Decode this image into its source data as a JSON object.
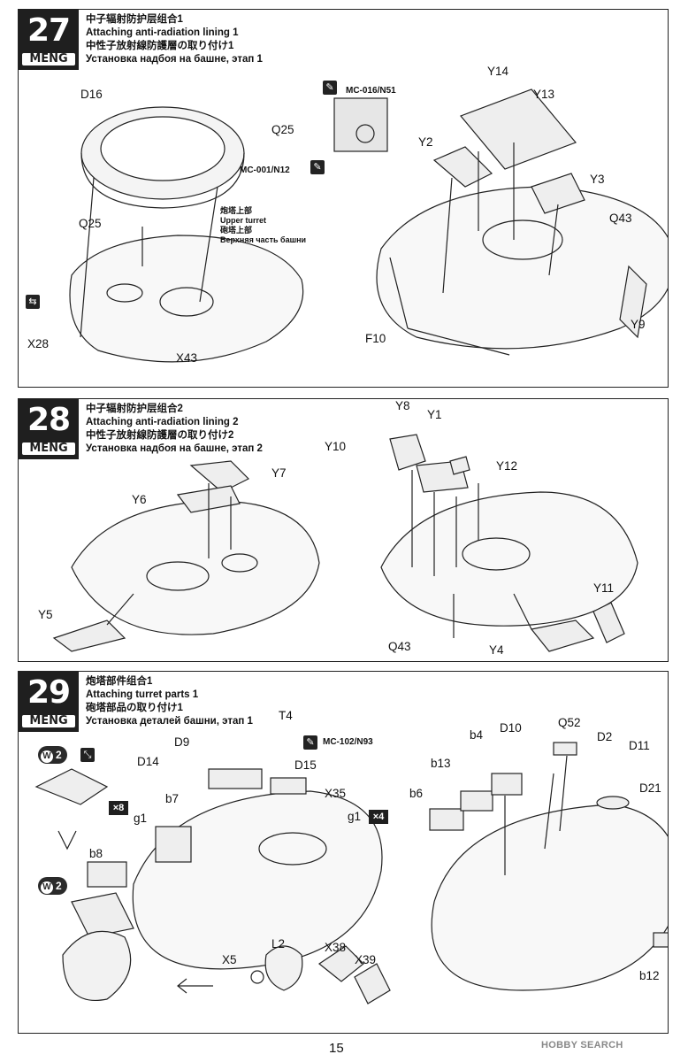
{
  "page_number": "15",
  "watermark": "HOBBY SEARCH",
  "steps": [
    {
      "number": "27",
      "brand": "MENG",
      "title_cn": "中子辐射防护层组合1",
      "title_en": "Attaching anti-radiation lining 1",
      "title_jp": "中性子放射線防護層の取り付け1",
      "title_ru": "Установка надбоя на башне, этап 1",
      "paint_1": "MC-016/N51",
      "paint_2": "MC-001/N12",
      "callout_cn": "炮塔上部",
      "callout_en": "Upper turret",
      "callout_jp": "砲塔上部",
      "callout_ru": "Верхняя часть башни",
      "labels": [
        "D16",
        "Q25",
        "Q25",
        "X28",
        "X43",
        "Y14",
        "Y13",
        "Y2",
        "Y3",
        "Q43",
        "Y9",
        "F10"
      ]
    },
    {
      "number": "28",
      "brand": "MENG",
      "title_cn": "中子辐射防护层组合2",
      "title_en": "Attaching anti-radiation lining 2",
      "title_jp": "中性子放射線防護層の取り付け2",
      "title_ru": "Установка надбоя на башне, этап 2",
      "labels": [
        "Y7",
        "Y6",
        "Y5",
        "Y8",
        "Y1",
        "Y10",
        "Y12",
        "Y11",
        "Q43",
        "Y4"
      ]
    },
    {
      "number": "29",
      "brand": "MENG",
      "title_cn": "炮塔部件组合1",
      "title_en": "Attaching turret parts 1",
      "title_jp": "砲塔部品の取り付け1",
      "title_ru": "Установка деталей башни, этап 1",
      "paint_1": "MC-102/N93",
      "multiplier_1": "×8",
      "multiplier_2": "×4",
      "w_badge": "2",
      "labels": [
        "T4",
        "D9",
        "D14",
        "D15",
        "b7",
        "X35",
        "g1",
        "g1",
        "b8",
        "L2",
        "X5",
        "X38",
        "X39",
        "b4",
        "D10",
        "Q52",
        "D2",
        "D11",
        "b13",
        "b6",
        "D21",
        "b12"
      ]
    }
  ]
}
